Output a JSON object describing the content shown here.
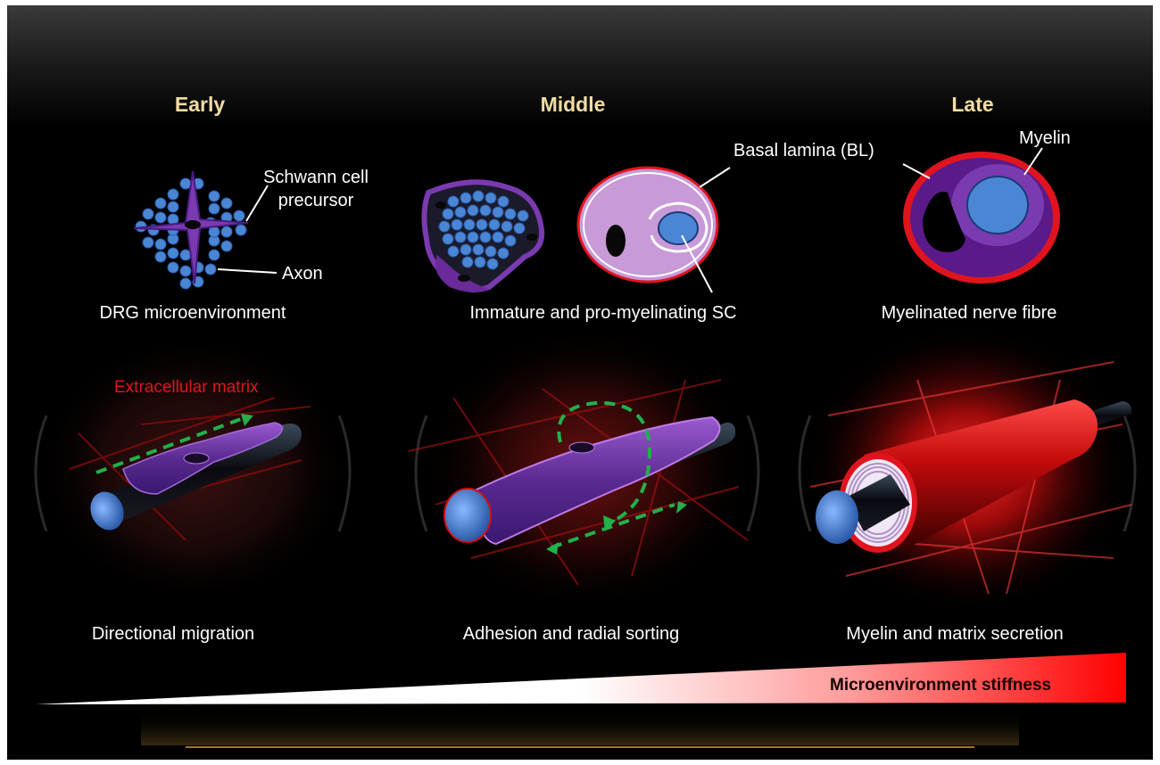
{
  "stages": {
    "early": {
      "title": "Early",
      "caption": "DRG microenvironment",
      "process": "Directional migration"
    },
    "middle": {
      "title": "Middle",
      "caption": "Immature and pro-myelinating SC",
      "process": "Adhesion and radial sorting"
    },
    "late": {
      "title": "Late",
      "caption": "Myelinated nerve fibre",
      "process": "Myelin and matrix secretion"
    }
  },
  "labels": {
    "schwann_line1": "Schwann cell",
    "schwann_line2": "precursor",
    "axon": "Axon",
    "basal_lamina": "Basal lamina (BL)",
    "myelin": "Myelin",
    "ecm": "Extracellular matrix",
    "stiffness": "Microenvironment stiffness"
  },
  "colors": {
    "title": "#f2dca2",
    "axon_blue": "#4a86d4",
    "schwann_purple": "#6a2a9a",
    "basal_lamina_red": "#e0141e",
    "arrow_green": "#22b04a"
  },
  "icons": [
    "sc-cluster-icon",
    "sc-sorting-icon",
    "sc-promyelinating-icon",
    "myelinated-fibre-icon",
    "migrating-sc-icon",
    "radial-sorting-sc-icon",
    "myelinated-axon-3d-icon",
    "stiffness-wedge-icon"
  ]
}
